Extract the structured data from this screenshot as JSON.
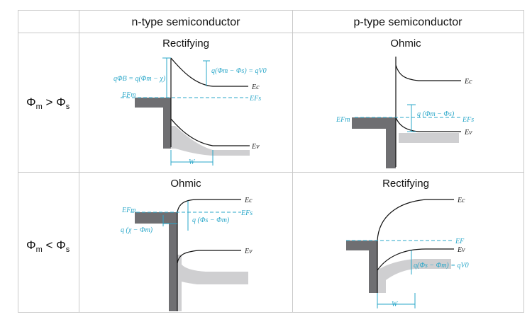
{
  "header": {
    "col1": "n-type semiconductor",
    "col2": "p-type semiconductor"
  },
  "rows": [
    {
      "label_main": "Φ",
      "label_sub1": "m",
      "label_op": " > Φ",
      "label_sub2": "s"
    },
    {
      "label_main": "Φ",
      "label_sub1": "m",
      "label_op": " < Φ",
      "label_sub2": "s"
    }
  ],
  "cells": {
    "n_gt": {
      "caption": "Rectifying",
      "barrier_label": "qΦB = q(Φm − χ)",
      "bend_label": "q(Φm − Φs) = qV0",
      "efm": "EFm",
      "efs": "EFs",
      "ec": "Ec",
      "ev": "Ev",
      "w": "W"
    },
    "p_gt": {
      "caption": "Ohmic",
      "bend_label": "q (Φm − Φs)",
      "efm": "EFm",
      "efs": "EFs",
      "ec": "Ec",
      "ev": "Ev"
    },
    "n_lt": {
      "caption": "Ohmic",
      "bend_label": "q (Φs − Φm)",
      "chi_label": "q (χ − Φm)",
      "efm": "EFm",
      "efs": "EFs",
      "ec": "Ec",
      "ev": "Ev"
    },
    "p_lt": {
      "caption": "Rectifying",
      "bend_label": "q(Φs − Φm) = qV0",
      "ef": "EF",
      "ec": "Ec",
      "ev": "Ev",
      "w": "W"
    }
  },
  "colors": {
    "accent": "#2aa7c9",
    "metal": "#6f6f72",
    "shade": "#cfcfd1",
    "grid": "#c9c9c9"
  }
}
